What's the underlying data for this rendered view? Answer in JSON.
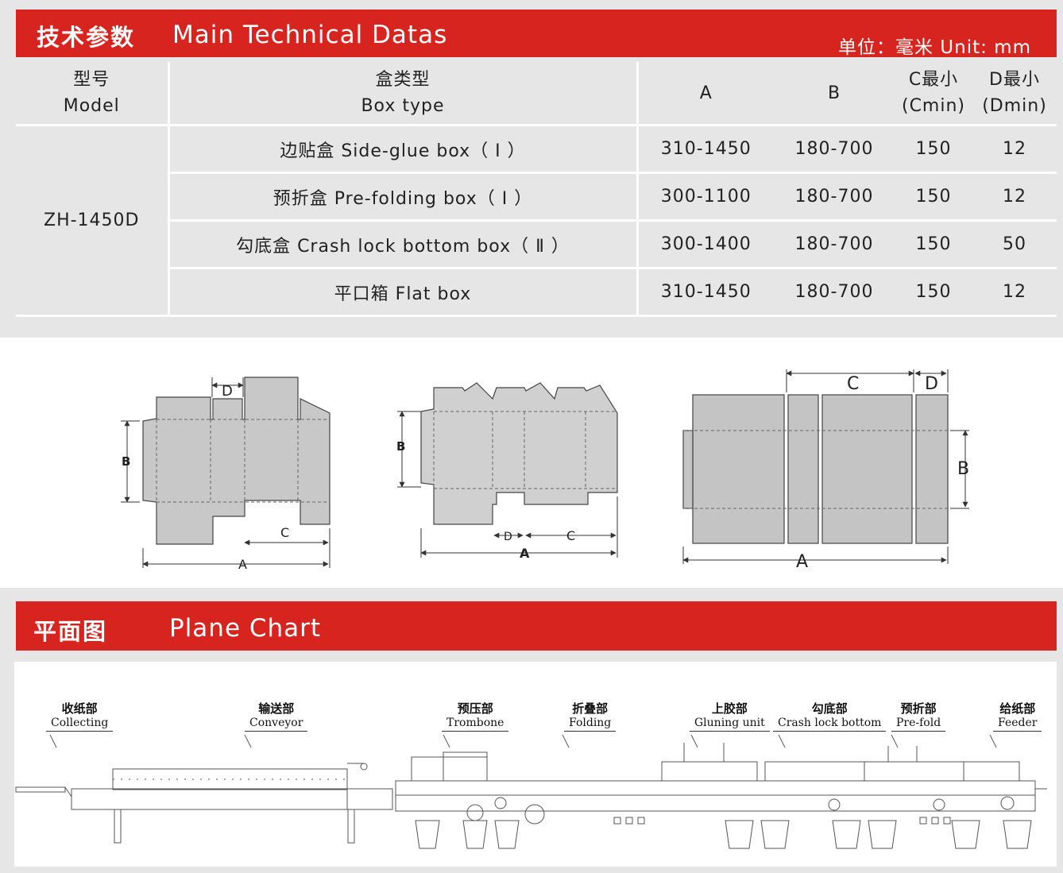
{
  "spec_header": {
    "title_cn": "技术参数",
    "title_en": "Main Technical Datas",
    "unit": "单位：毫米 Unit: mm"
  },
  "table": {
    "columns": {
      "model_cn": "型号",
      "model_en": "Model",
      "box_cn": "盒类型",
      "box_en": "Box type",
      "a": "A",
      "b": "B",
      "c_top": "C最小",
      "c_bottom": "(Cmin)",
      "d_top": "D最小",
      "d_bottom": "(Dmin)"
    },
    "model": "ZH-1450D",
    "rows": [
      {
        "box": "边贴盒 Side-glue box（ Ⅰ ）",
        "a": "310-1450",
        "b": "180-700",
        "c": "150",
        "d": "12"
      },
      {
        "box": "预折盒 Pre-folding box（ Ⅰ ）",
        "a": "300-1100",
        "b": "180-700",
        "c": "150",
        "d": "12"
      },
      {
        "box": "勾底盒 Crash lock bottom box（ Ⅱ ）",
        "a": "300-1400",
        "b": "180-700",
        "c": "150",
        "d": "50"
      },
      {
        "box": "平口箱 Flat box",
        "a": "310-1450",
        "b": "180-700",
        "c": "150",
        "d": "12"
      }
    ]
  },
  "diagram_labels": {
    "d": "D",
    "b": "B",
    "c": "C",
    "a": "A"
  },
  "plane_header": {
    "title_cn": "平面图",
    "title_en": "Plane Chart"
  },
  "machine_parts": [
    {
      "cn": "收纸部",
      "en": "Collecting"
    },
    {
      "cn": "输送部",
      "en": "Conveyor"
    },
    {
      "cn": "预压部",
      "en": "Trombone"
    },
    {
      "cn": "折叠部",
      "en": "Folding"
    },
    {
      "cn": "上胶部",
      "en": "Gluning unit"
    },
    {
      "cn": "勾底部",
      "en": "Crash lock bottom"
    },
    {
      "cn": "预折部",
      "en": "Pre-fold"
    },
    {
      "cn": "给纸部",
      "en": "Feeder"
    }
  ],
  "colors": {
    "red": "#d8241e",
    "gray_band": "#e6e6e6",
    "box_fill": "#c8c8c8"
  }
}
